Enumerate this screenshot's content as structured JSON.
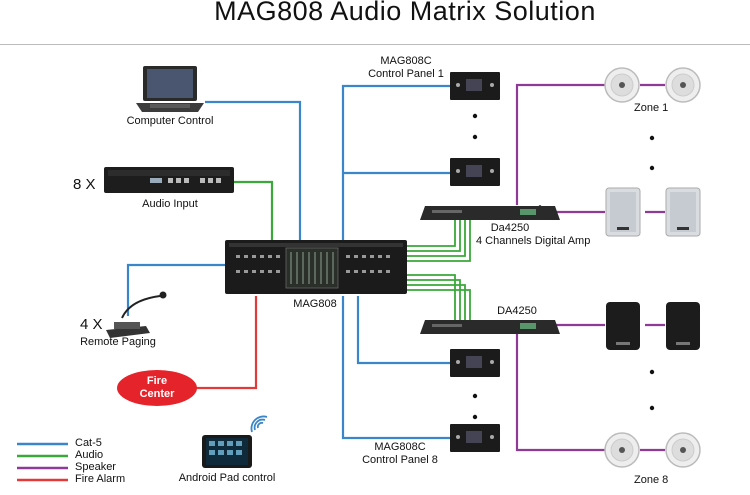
{
  "title": "MAG808 Audio Matrix Solution",
  "devices": {
    "computer": "Computer Control",
    "audio_input": "Audio Input",
    "audio_input_count": "8 X",
    "matrix": "MAG808",
    "remote_paging": "Remote Paging",
    "paging_count": "4 X",
    "fire_center": "Fire Center",
    "android_pad": "Android Pad control",
    "control_panel_1_model": "MAG808C",
    "control_panel_1_name": "Control Panel 1",
    "control_panel_8_model": "MAG808C",
    "control_panel_8_name": "Control Panel 8",
    "amp_1_model": "Da4250",
    "amp_1_desc": "4 Channels Digital Amp",
    "amp_2_model": "DA4250",
    "zone_1": "Zone  1",
    "zone_8": "Zone  8"
  },
  "legend": [
    {
      "label": "Cat-5",
      "color": "#3a86c8"
    },
    {
      "label": "Audio",
      "color": "#3aa83a"
    },
    {
      "label": "Speaker",
      "color": "#8e3b97"
    },
    {
      "label": "Fire Alarm",
      "color": "#e23a3a"
    }
  ],
  "colors": {
    "cat5": "#3a86c8",
    "audio": "#3aa83a",
    "speaker": "#8e3b97",
    "fire": "#e23a3a"
  }
}
